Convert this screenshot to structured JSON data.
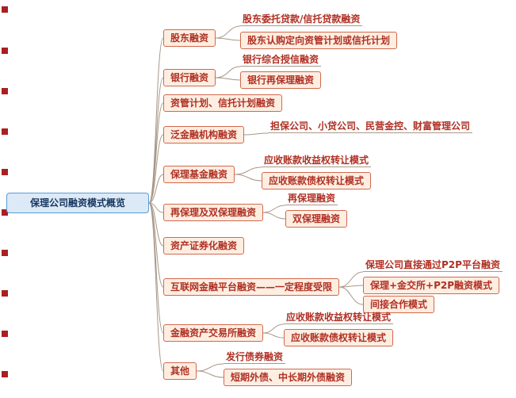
{
  "title": "保理公司融资模式概览",
  "colors": {
    "root_fill": "#dce9f7",
    "root_border": "#5b9bd5",
    "root_text": "#17375e",
    "node_fill": "#fdeee1",
    "node_border": "#d2694e",
    "node_text": "#b03024",
    "line": "#a89887",
    "bullet": "#aa1f1f"
  },
  "root": {
    "label": "保理公司融资模式概览"
  },
  "branches": [
    {
      "label": "股东融资",
      "children": [
        "股东委托贷款/信托贷款融资",
        "股东认购定向资管计划或信托计划"
      ]
    },
    {
      "label": "银行融资",
      "children": [
        "银行综合授信融资",
        "银行再保理融资"
      ]
    },
    {
      "label": "资管计划、信托计划融资",
      "children": []
    },
    {
      "label": "泛金融机构融资",
      "children": [
        "担保公司、小贷公司、民营金控、财富管理公司"
      ]
    },
    {
      "label": "保理基金融资",
      "children": [
        "应收账款收益权转让模式",
        "应收账款债权转让模式"
      ]
    },
    {
      "label": "再保理及双保理融资",
      "children": [
        "再保理融资",
        "双保理融资"
      ]
    },
    {
      "label": "资产证券化融资",
      "children": []
    },
    {
      "label": "互联网金融平台融资——一定程度受限",
      "children": [
        "保理公司直接通过P2P平台融资",
        "保理+金交所+P2P融资模式",
        "间接合作模式"
      ]
    },
    {
      "label": "金融资产交易所融资",
      "children": [
        "应收账款收益权转让模式",
        "应收账款债权转让模式"
      ]
    },
    {
      "label": "其他",
      "children": [
        "发行债券融资",
        "短期外债、中长期外债融资"
      ]
    }
  ]
}
